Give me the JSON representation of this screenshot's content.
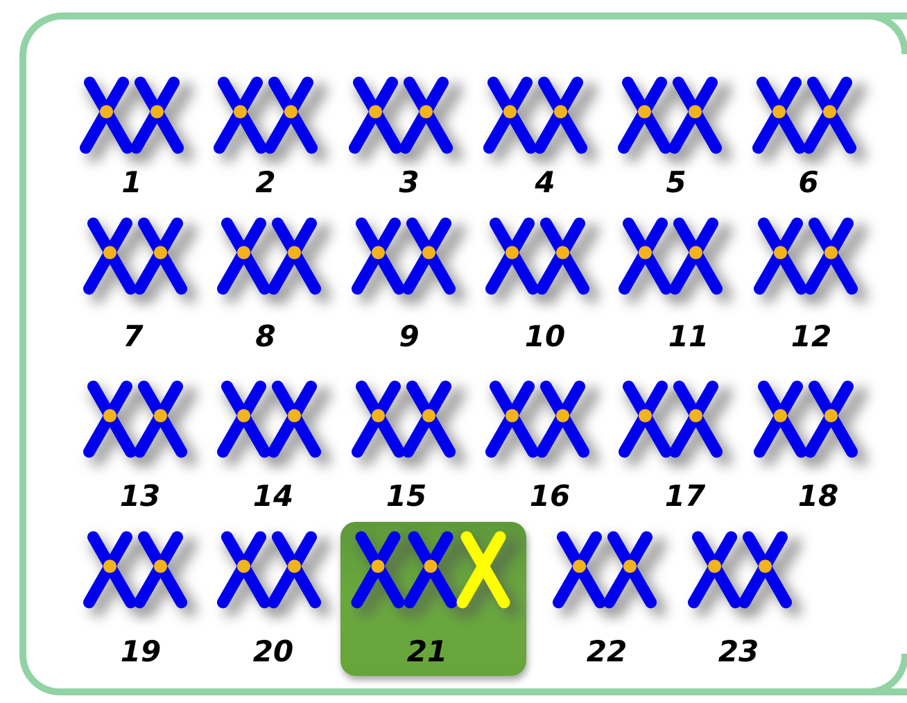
{
  "colors": {
    "frame": "#91d3a4",
    "chromosome": "#0000ee",
    "extra_chromosome": "#ffff00",
    "centromere": "#f2b41a",
    "highlight": "#67a53b",
    "label": "#000000"
  },
  "trisomy_pair": "21",
  "pairs": [
    {
      "label": "1",
      "count": 2
    },
    {
      "label": "2",
      "count": 2
    },
    {
      "label": "3",
      "count": 2
    },
    {
      "label": "4",
      "count": 2
    },
    {
      "label": "5",
      "count": 2
    },
    {
      "label": "6",
      "count": 2
    },
    {
      "label": "7",
      "count": 2
    },
    {
      "label": "8",
      "count": 2
    },
    {
      "label": "9",
      "count": 2
    },
    {
      "label": "10",
      "count": 2
    },
    {
      "label": "11",
      "count": 2
    },
    {
      "label": "12",
      "count": 2
    },
    {
      "label": "13",
      "count": 2
    },
    {
      "label": "14",
      "count": 2
    },
    {
      "label": "15",
      "count": 2
    },
    {
      "label": "16",
      "count": 2
    },
    {
      "label": "17",
      "count": 2
    },
    {
      "label": "18",
      "count": 2
    },
    {
      "label": "19",
      "count": 2
    },
    {
      "label": "20",
      "count": 2
    },
    {
      "label": "21",
      "count": 3,
      "highlighted": true
    },
    {
      "label": "22",
      "count": 2
    },
    {
      "label": "23",
      "count": 2
    }
  ]
}
